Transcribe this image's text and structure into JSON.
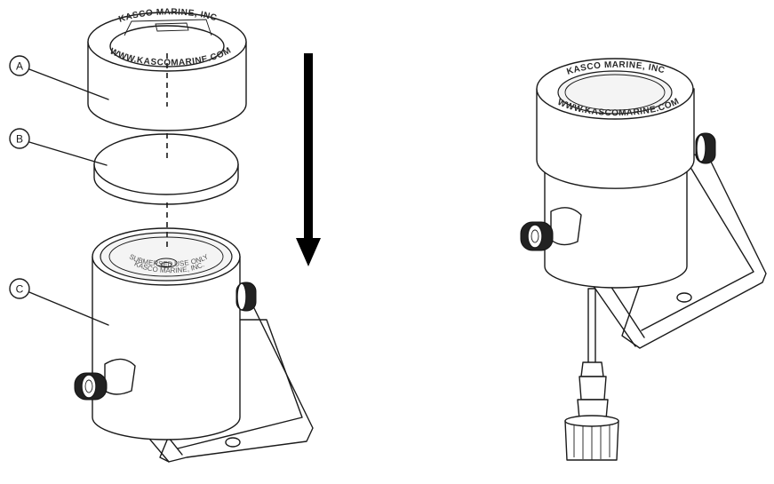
{
  "callouts": [
    {
      "id": "A",
      "label": "A"
    },
    {
      "id": "B",
      "label": "B"
    },
    {
      "id": "C",
      "label": "C"
    }
  ],
  "ring_text": {
    "brand": "KASCO MARINE, INC",
    "website": "WWW.KASCOMARINE.COM"
  },
  "lens_text": {
    "usage": "SUBMERSED USE ONLY",
    "brand": "KASCO MARINE, INC."
  },
  "arrow": {
    "direction": "down"
  },
  "colors": {
    "line": "#1a1a1a",
    "fill": "#ffffff",
    "knob": "#222222",
    "arrow": "#000000"
  }
}
